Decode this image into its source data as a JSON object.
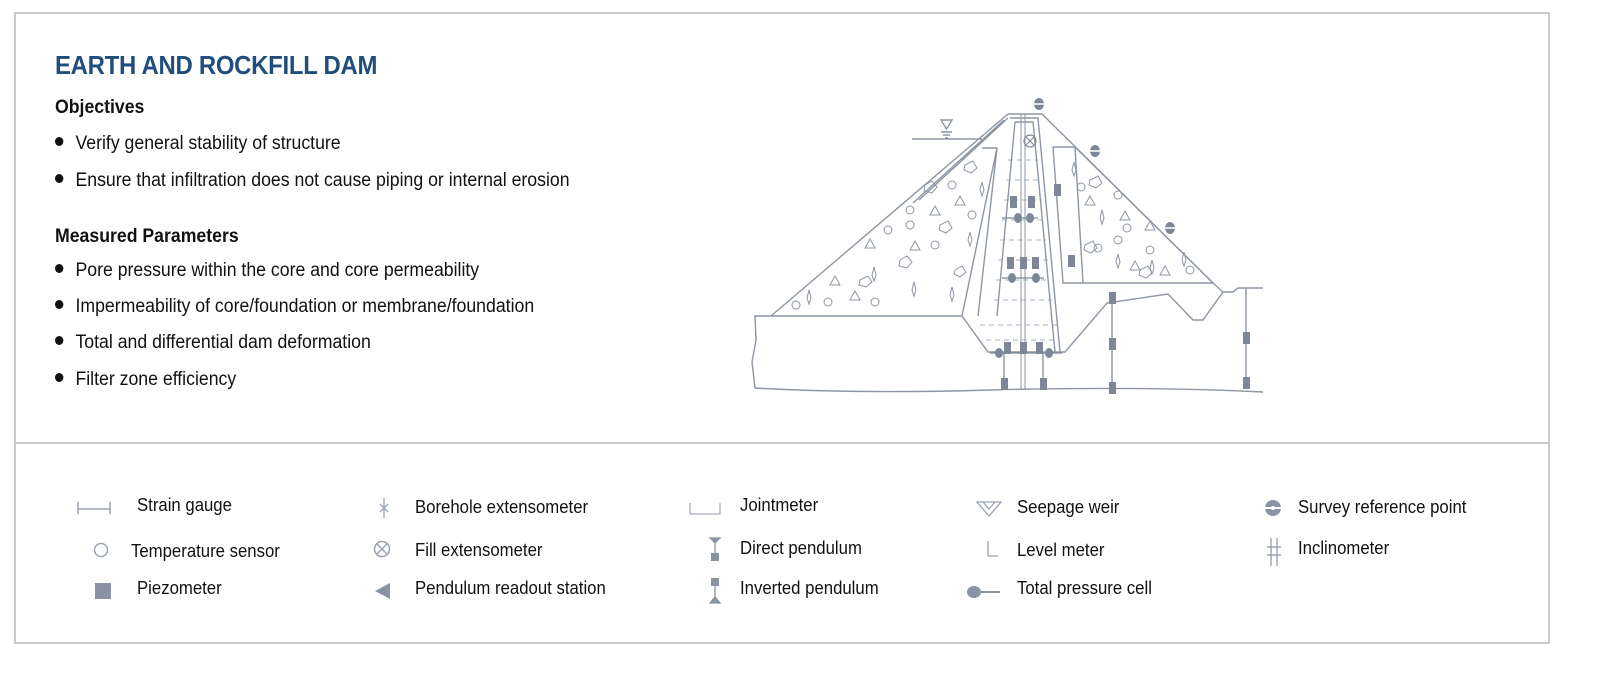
{
  "title": "EARTH AND ROCKFILL DAM",
  "objectives": {
    "heading": "Objectives",
    "items": [
      "Verify general stability of structure",
      "Ensure that infiltration does not cause piping or internal erosion"
    ]
  },
  "parameters": {
    "heading": "Measured Parameters",
    "items": [
      "Pore pressure within the core and core permeability",
      "Impermeability of core/foundation or membrane/foundation",
      "Total and differential dam deformation",
      "Filter zone efficiency"
    ]
  },
  "legend": [
    {
      "label": "Strain gauge",
      "icon": "strain-gauge-icon"
    },
    {
      "label": "Temperature sensor",
      "icon": "temperature-sensor-icon"
    },
    {
      "label": "Piezometer",
      "icon": "piezometer-icon"
    },
    {
      "label": "Borehole extensometer",
      "icon": "borehole-extensometer-icon"
    },
    {
      "label": "Fill extensometer",
      "icon": "fill-extensometer-icon"
    },
    {
      "label": "Pendulum readout station",
      "icon": "pendulum-readout-station-icon"
    },
    {
      "label": "Jointmeter",
      "icon": "jointmeter-icon"
    },
    {
      "label": "Direct pendulum",
      "icon": "direct-pendulum-icon"
    },
    {
      "label": "Inverted pendulum",
      "icon": "inverted-pendulum-icon"
    },
    {
      "label": "Seepage weir",
      "icon": "seepage-weir-icon"
    },
    {
      "label": "Level meter",
      "icon": "level-meter-icon"
    },
    {
      "label": "Total pressure cell",
      "icon": "total-pressure-cell-icon"
    },
    {
      "label": "Survey reference point",
      "icon": "survey-reference-point-icon"
    },
    {
      "label": "Inclinometer",
      "icon": "inclinometer-icon"
    }
  ],
  "colors": {
    "title": "#1f4e7c",
    "line": "#7d8797",
    "fill": "#8a93a3"
  }
}
